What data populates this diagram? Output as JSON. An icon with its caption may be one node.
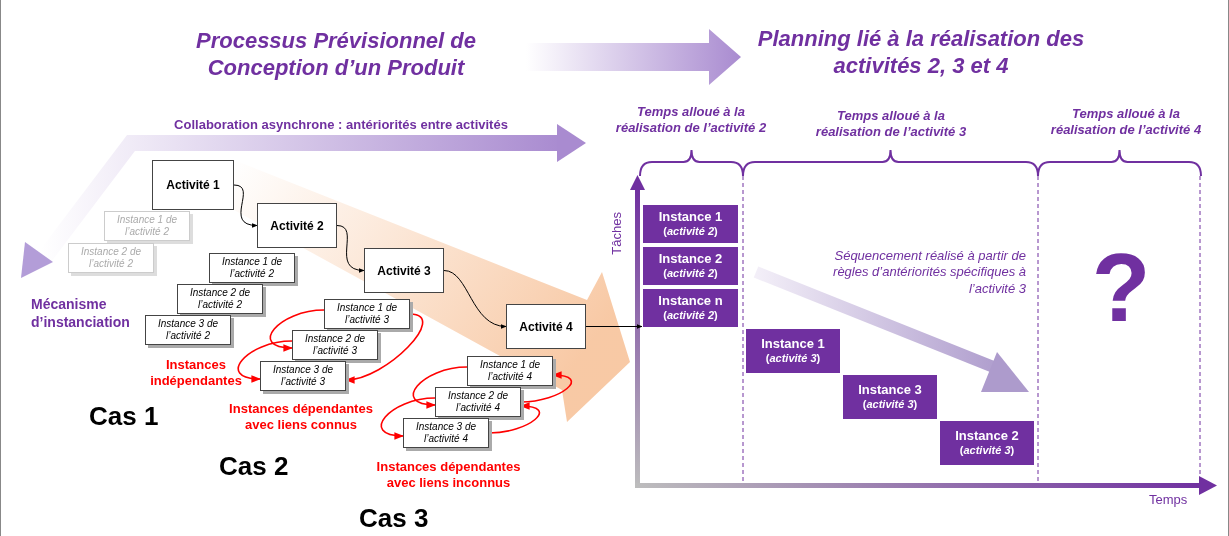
{
  "diagram": {
    "nodes": [
      {
        "text": [
          "Processus Prévisionnel de Conception d’un Produit"
        ]
      },
      {
        "text": [
          "Planning lié à la réalisation des activités 2, 3 et 4"
        ]
      },
      {
        "text": [
          "Activité 1"
        ]
      },
      {
        "text": [
          "Activité 2"
        ]
      },
      {
        "text": [
          "Activité 3"
        ]
      },
      {
        "text": [
          "Activité 4"
        ]
      },
      {
        "text": [
          "Instance 1 de l’activité 2"
        ]
      },
      {
        "text": [
          "Instance 2 de l’activité 2"
        ]
      },
      {
        "text": [
          "Instance 1 de l’activité 2"
        ]
      },
      {
        "text": [
          "Instance 2 de l’activité 2"
        ]
      },
      {
        "text": [
          "Instance 3 de l’activité 2"
        ]
      },
      {
        "text": [
          "Instance 1 de l’activité 3"
        ]
      },
      {
        "text": [
          "Instance 2 de l’activité 3"
        ]
      },
      {
        "text": [
          "Instance 3 de l’activité 3"
        ]
      },
      {
        "text": [
          "Instance 1 de l’activité 4"
        ]
      },
      {
        "text": [
          "Instance 2 de l’activité 4"
        ]
      },
      {
        "text": [
          "Instance 3 de l’activité 4"
        ]
      },
      {
        "text": [
          "Instance 1",
          "(*activité 2*)"
        ]
      },
      {
        "text": [
          "Instance 2",
          "(*activité 2*)"
        ]
      },
      {
        "text": [
          "Instance n",
          "(*activité 2*)"
        ]
      },
      {
        "text": [
          "Instance 1",
          "(*activité 3*)"
        ]
      },
      {
        "text": [
          "Instance 3",
          "(*activité 3*)"
        ]
      },
      {
        "text": [
          "Instance 2",
          "(*activité 3*)"
        ]
      }
    ],
    "edges": [
      {
        "from": 0,
        "to": 1,
        "arrow": "to",
        "style": "thick",
        "color": "#a98bd0"
      },
      {
        "from": 2,
        "to": 3,
        "arrow": "to",
        "color": "#000000"
      },
      {
        "from": 3,
        "to": 4,
        "arrow": "to",
        "color": "#000000"
      },
      {
        "from": 4,
        "to": 5,
        "arrow": "to",
        "color": "#000000"
      },
      {
        "from": 5,
        "to": 19,
        "arrow": "to",
        "color": "#000000"
      },
      {
        "from": 11,
        "to": 12,
        "arrow": "to",
        "color": "#ff0000"
      },
      {
        "from": 12,
        "to": 13,
        "arrow": "to",
        "color": "#ff0000"
      },
      {
        "from": 11,
        "to": 13,
        "arrow": "to",
        "color": "#ff0000"
      },
      {
        "from": 14,
        "to": 15,
        "arrow": "to",
        "color": "#ff0000"
      },
      {
        "from": 15,
        "to": 16,
        "arrow": "to",
        "color": "#ff0000"
      },
      {
        "from": 16,
        "to": 15,
        "arrow": "to",
        "color": "#ff0000"
      },
      {
        "from": 15,
        "to": 14,
        "arrow": "to",
        "color": "#ff0000"
      },
      {
        "from": 2,
        "to": 19,
        "arrow": "to",
        "style": "thick",
        "color": "#f7c39b"
      }
    ],
    "labels": [
      "Collaboration asynchrone : antériorités entre activités",
      "Mécanisme d’instanciation",
      "Instances indépendantes",
      "Instances dépendantes avec liens connus",
      "Instances dépendantes avec liens inconnus",
      "Cas 1",
      "Cas 2",
      "Cas 3",
      "Temps alloué à la réalisation de l’activité 2",
      "Temps alloué à la réalisation de l’activité 3",
      "Temps alloué à la réalisation de l’activité 4",
      "Tâches",
      "Séquencement réalisé à partir de règles d’antériorités spécifiques à l’activité 3",
      "?",
      "Temps"
    ]
  }
}
